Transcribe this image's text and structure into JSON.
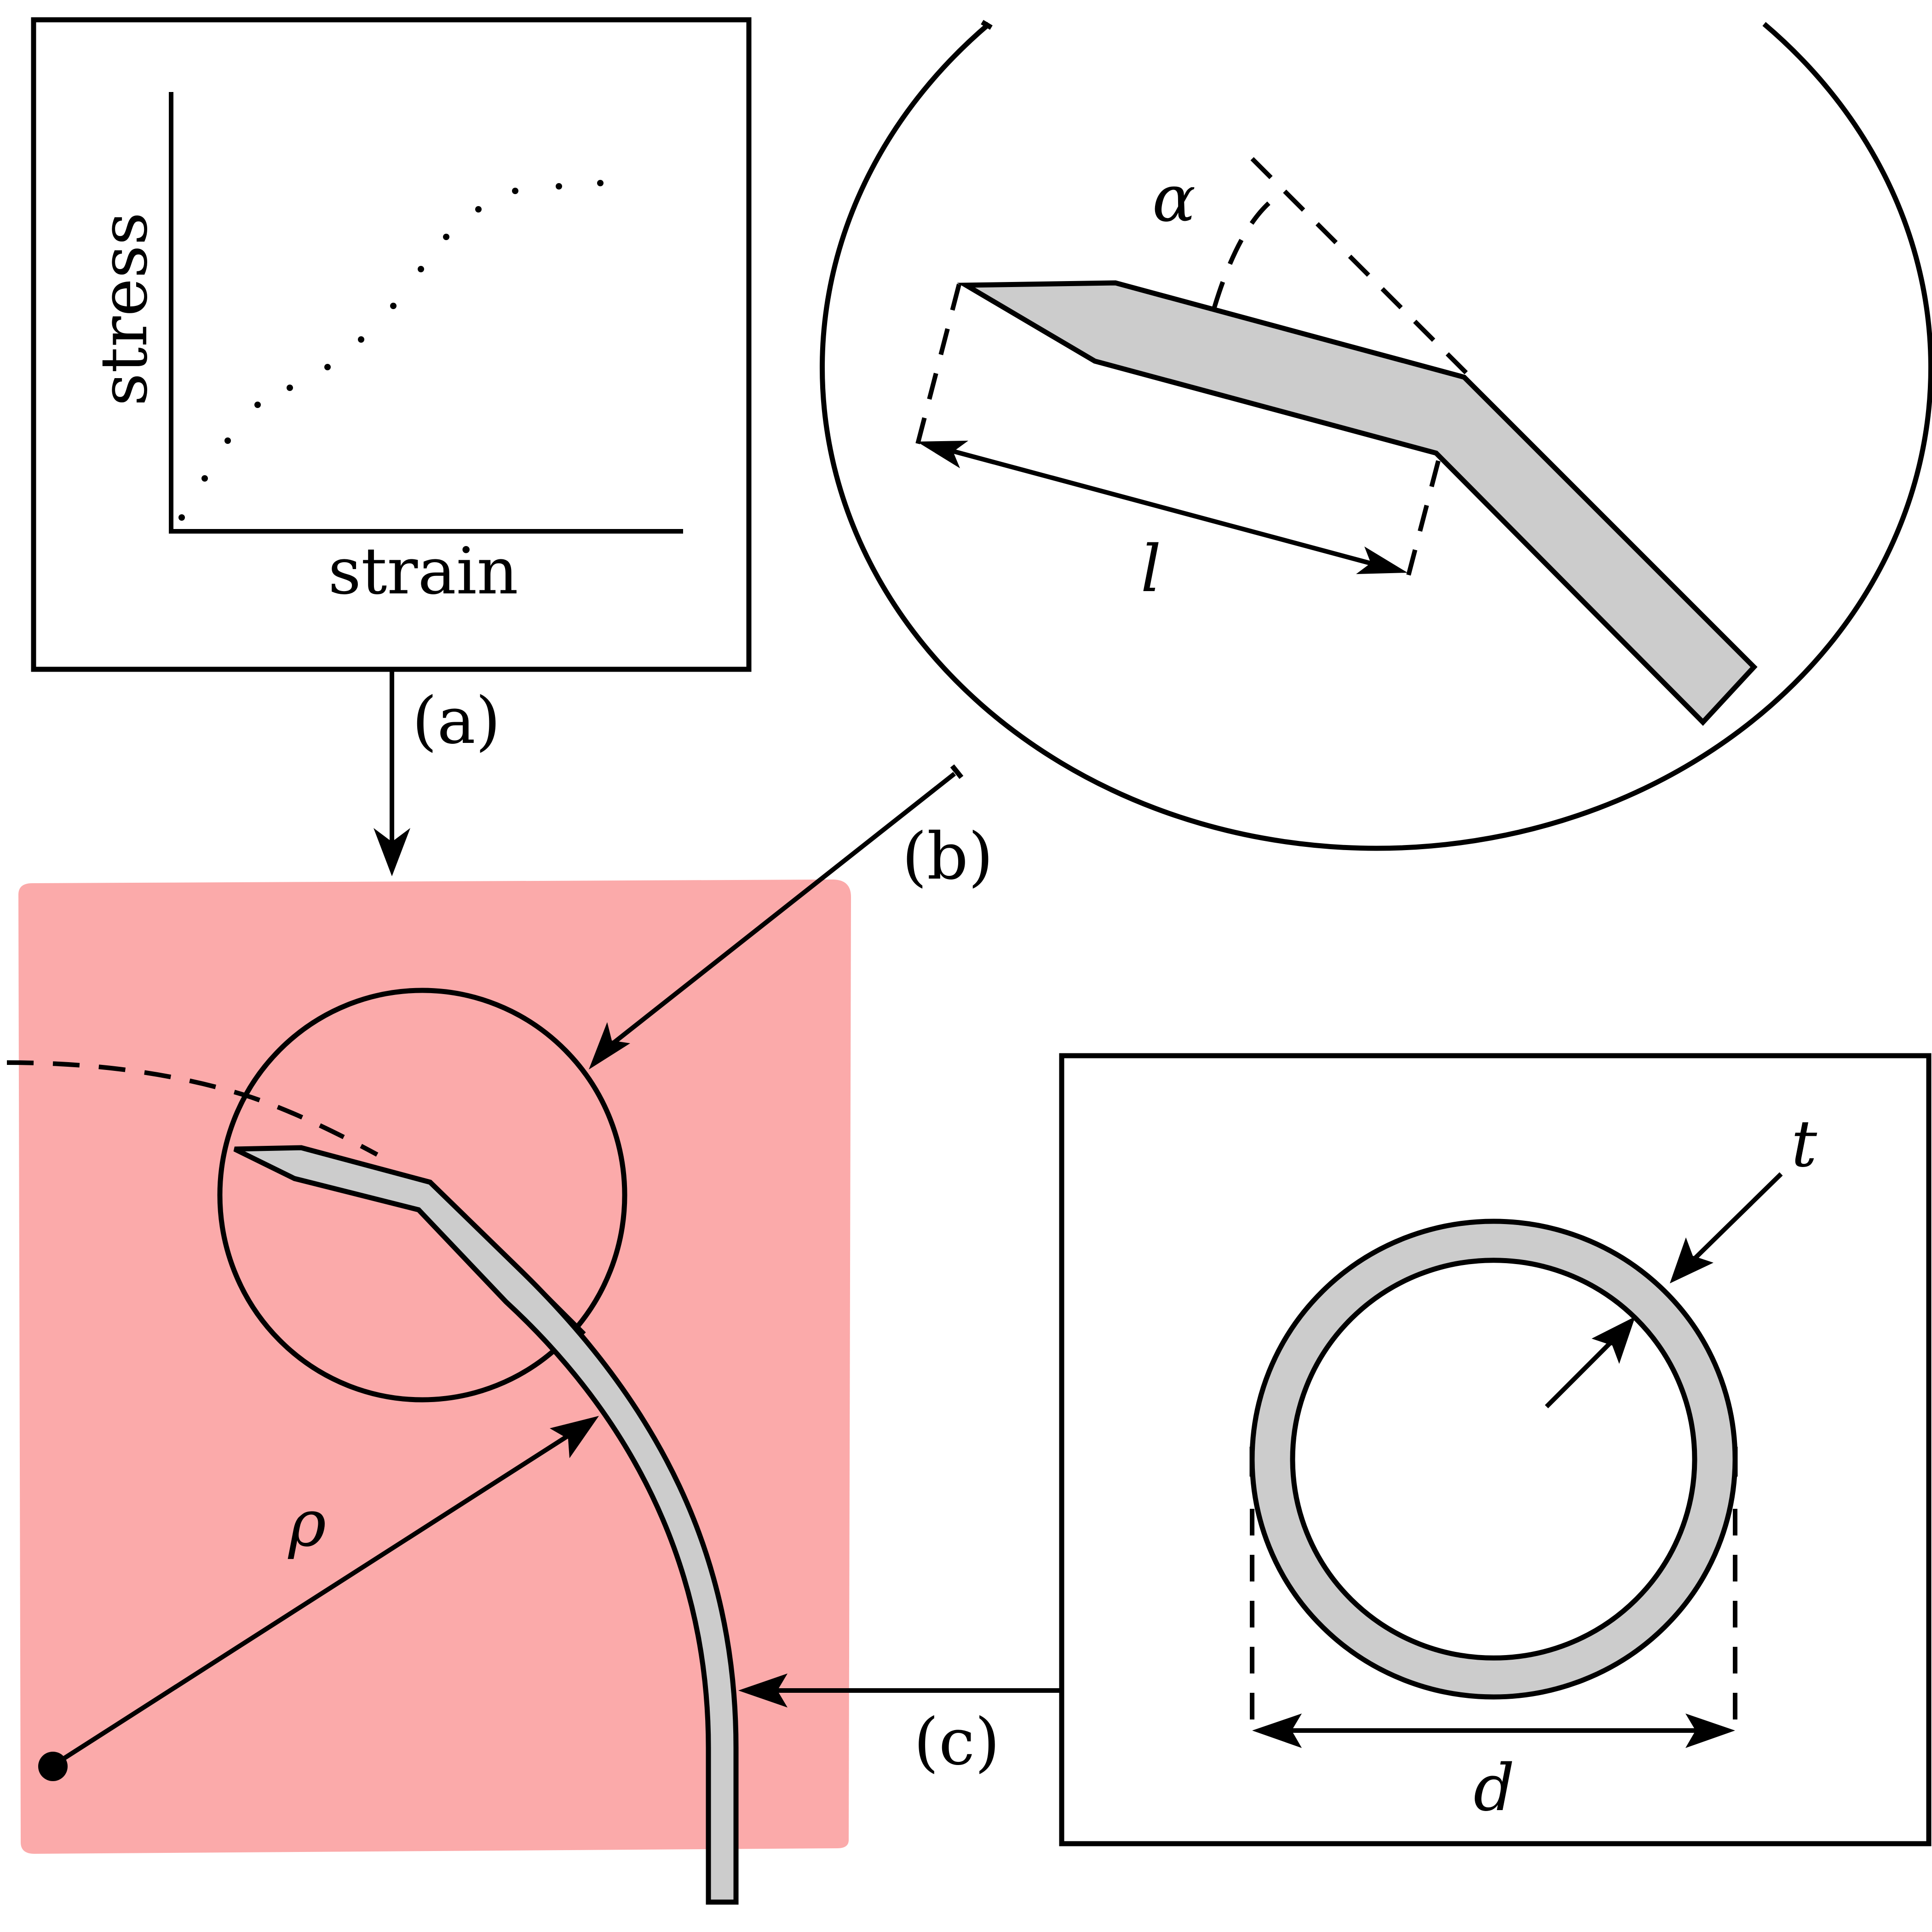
{
  "colors": {
    "tissue": "#fbaaaa",
    "wire": "#cccccc",
    "ink": "#000000",
    "background": "#ffffff"
  },
  "panel_a": {
    "xlabel": "strain",
    "ylabel": "stress",
    "caption": "(a)"
  },
  "panel_b": {
    "angle_symbol": "α",
    "length_symbol": "l",
    "caption": "(b)"
  },
  "panel_c": {
    "thickness_symbol": "t",
    "diameter_symbol": "d",
    "caption": "(c)"
  },
  "main": {
    "radius_symbol": "ρ"
  },
  "icons": [
    "arrow-head-icon",
    "center-dot-icon"
  ]
}
